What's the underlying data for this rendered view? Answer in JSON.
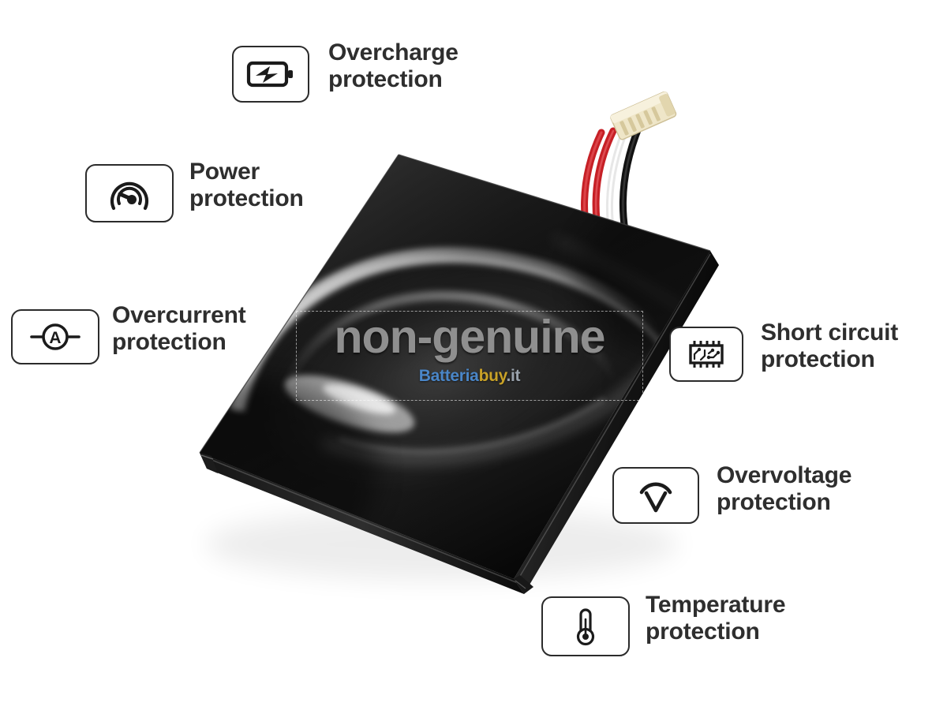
{
  "product": {
    "type": "lithium-polymer-battery",
    "description": "Black glossy lithium polymer pouch battery cell with 4-wire connector harness",
    "connector": {
      "housing_color": "#efe6c8",
      "pin_count": 5,
      "wires": [
        "red",
        "red",
        "white",
        "black"
      ]
    },
    "body_color": "#0d0d0d"
  },
  "watermark": {
    "main_text": "non-genuine",
    "main_color": "#8f8f8f",
    "brand_part1": "Batteria",
    "brand_part2": "buy",
    "brand_part3": ".it",
    "brand_color1": "#4a86c8",
    "brand_color2": "#c9a227",
    "brand_color3": "#9aa3ad"
  },
  "features": [
    {
      "id": "overcharge",
      "icon": "battery-bolt-icon",
      "label": "Overcharge\nprotection"
    },
    {
      "id": "power",
      "icon": "gauge-icon",
      "label": "Power\nprotection"
    },
    {
      "id": "overcurrent",
      "icon": "ammeter-icon",
      "label": "Overcurrent\nprotection"
    },
    {
      "id": "shortcircuit",
      "icon": "ic-chip-icon",
      "label": "Short circuit\nprotection"
    },
    {
      "id": "overvoltage",
      "icon": "voltmeter-v-icon",
      "label": "Overvoltage\nprotection"
    },
    {
      "id": "temperature",
      "icon": "thermometer-icon",
      "label": "Temperature\nprotection"
    }
  ],
  "theme": {
    "background": "#ffffff",
    "text_color": "#2e2e2e",
    "icon_border_color": "#2b2b2b"
  }
}
